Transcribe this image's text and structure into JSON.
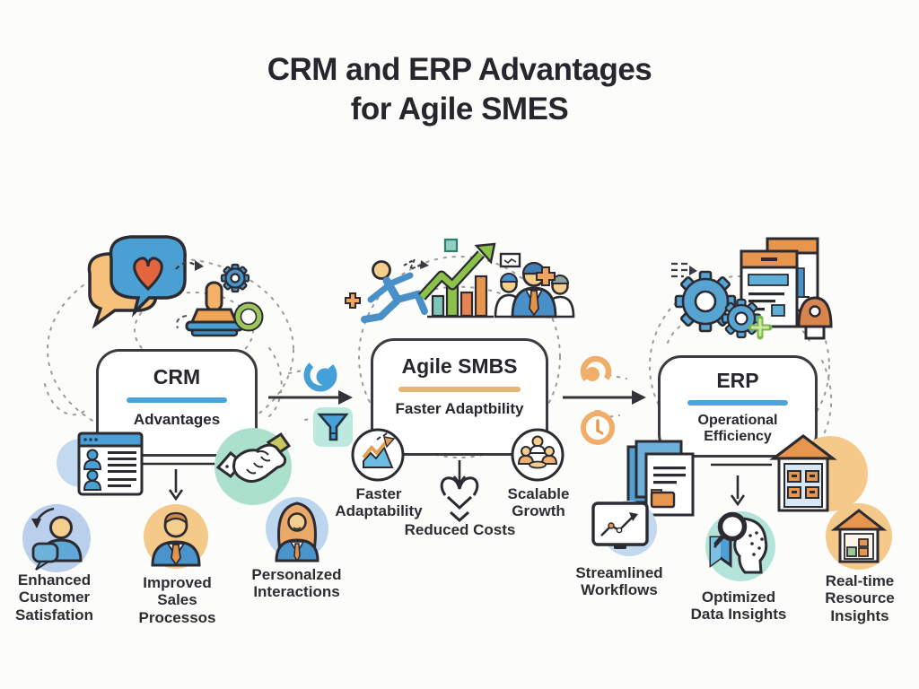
{
  "title": {
    "line1": "CRM and ERP Advantages",
    "line2": "for Agile SMES"
  },
  "flow": {
    "crm": {
      "title": "CRM",
      "subtitle": "Advantages"
    },
    "agile": {
      "title": "Agile SMBS",
      "subtitle": "Faster Adaptbility"
    },
    "erp": {
      "title": "ERP",
      "subtitle": "Operational\nEfficiency"
    }
  },
  "benefits": {
    "crm": [
      {
        "label": "Enhanced\nCustomer\nSatisfation",
        "icon": "customer-chat-icon"
      },
      {
        "label": "Improved\nSales\nProcessos",
        "icon": "salesman-icon"
      },
      {
        "label": "Personalzed\nInteractions",
        "icon": "businesswoman-icon"
      }
    ],
    "agile": [
      {
        "label": "Faster\nAdaptability",
        "icon": "area-chart-circle-icon"
      },
      {
        "label": "Reduced Costs",
        "icon": "heart-arrow-icon"
      },
      {
        "label": "Scalable\nGrowth",
        "icon": "meeting-circle-icon"
      }
    ],
    "erp": [
      {
        "label": "Streamlined\nWorkflows",
        "icon": "monitor-chart-icon"
      },
      {
        "label": "Optimized\nData Insights",
        "icon": "data-head-magnifier-icon"
      },
      {
        "label": "Real-time\nResource\nInsights",
        "icon": "warehouse-small-icon"
      }
    ]
  },
  "decor_icons": [
    "chat-bubbles-heart-icon",
    "approval-stamp-icon",
    "gear-icon",
    "ring-icon",
    "running-person-icon",
    "growth-bar-chart-icon",
    "team-icon",
    "plus-icon",
    "flag-icon",
    "erp-gears-icon",
    "report-documents-icon",
    "bell-icon",
    "refresh-icon",
    "funnel-icon",
    "clock-icon",
    "arrow-right-icon",
    "contacts-window-icon",
    "handshake-icon",
    "document-stack-icon",
    "warehouse-icon"
  ],
  "colors": {
    "crm_divider": "#49a4db",
    "agile_divider": "#e6b476",
    "erp_divider": "#49a4db",
    "ink": "#2b2b31",
    "blue": "#4a97cc",
    "orange": "#ec9c55",
    "teal": "#abe0cd",
    "green": "#8fc05a",
    "background": "#fcfcfb"
  }
}
